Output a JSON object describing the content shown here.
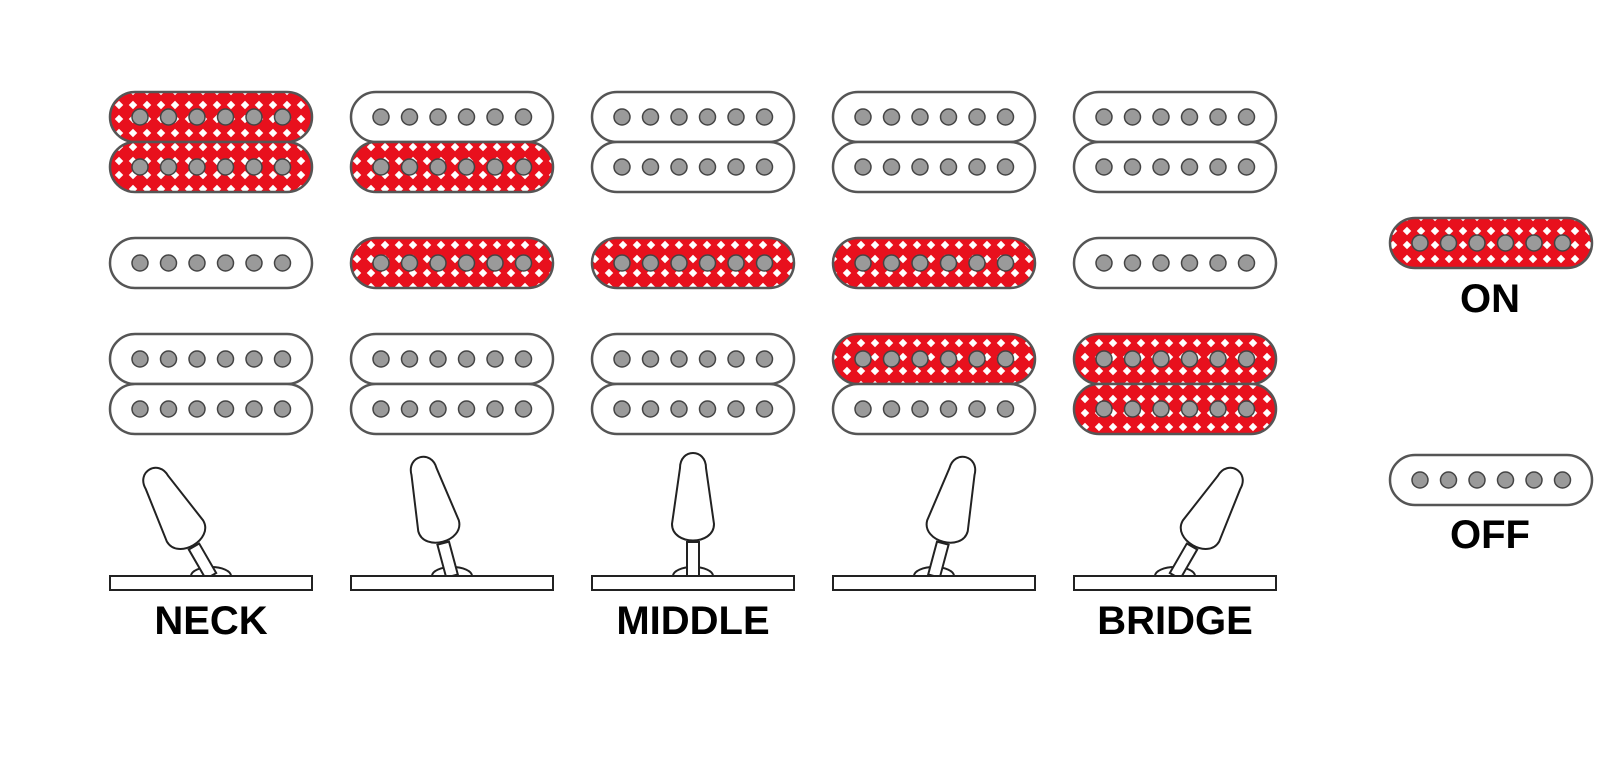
{
  "colors": {
    "on": "#e8101d",
    "off": "#ffffff",
    "outline": "#555555",
    "pole": "#9a9a9a"
  },
  "positions": [
    {
      "label": "NECK",
      "neck_humbucker": [
        "on",
        "on"
      ],
      "middle_single": "off",
      "bridge_humbucker": [
        "off",
        "off"
      ],
      "switch_angle_deg": -30
    },
    {
      "label": "",
      "neck_humbucker": [
        "off",
        "on"
      ],
      "middle_single": "on",
      "bridge_humbucker": [
        "off",
        "off"
      ],
      "switch_angle_deg": -15
    },
    {
      "label": "MIDDLE",
      "neck_humbucker": [
        "off",
        "off"
      ],
      "middle_single": "on",
      "bridge_humbucker": [
        "off",
        "off"
      ],
      "switch_angle_deg": 0
    },
    {
      "label": "",
      "neck_humbucker": [
        "off",
        "off"
      ],
      "middle_single": "on",
      "bridge_humbucker": [
        "on",
        "off"
      ],
      "switch_angle_deg": 15
    },
    {
      "label": "BRIDGE",
      "neck_humbucker": [
        "off",
        "off"
      ],
      "middle_single": "off",
      "bridge_humbucker": [
        "on",
        "on"
      ],
      "switch_angle_deg": 30
    }
  ],
  "legend": {
    "on_label": "ON",
    "off_label": "OFF"
  }
}
